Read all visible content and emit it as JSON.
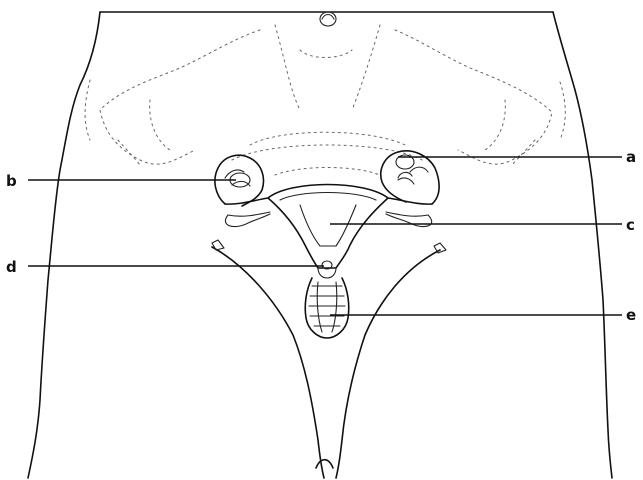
{
  "labels": [
    {
      "key": "a",
      "text": "a"
    },
    {
      "key": "b",
      "text": "b"
    },
    {
      "key": "c",
      "text": "c"
    },
    {
      "key": "d",
      "text": "d"
    },
    {
      "key": "e",
      "text": "e"
    }
  ],
  "colors": {
    "line": "#111111",
    "background": "#ffffff",
    "dotted": "#666666"
  }
}
